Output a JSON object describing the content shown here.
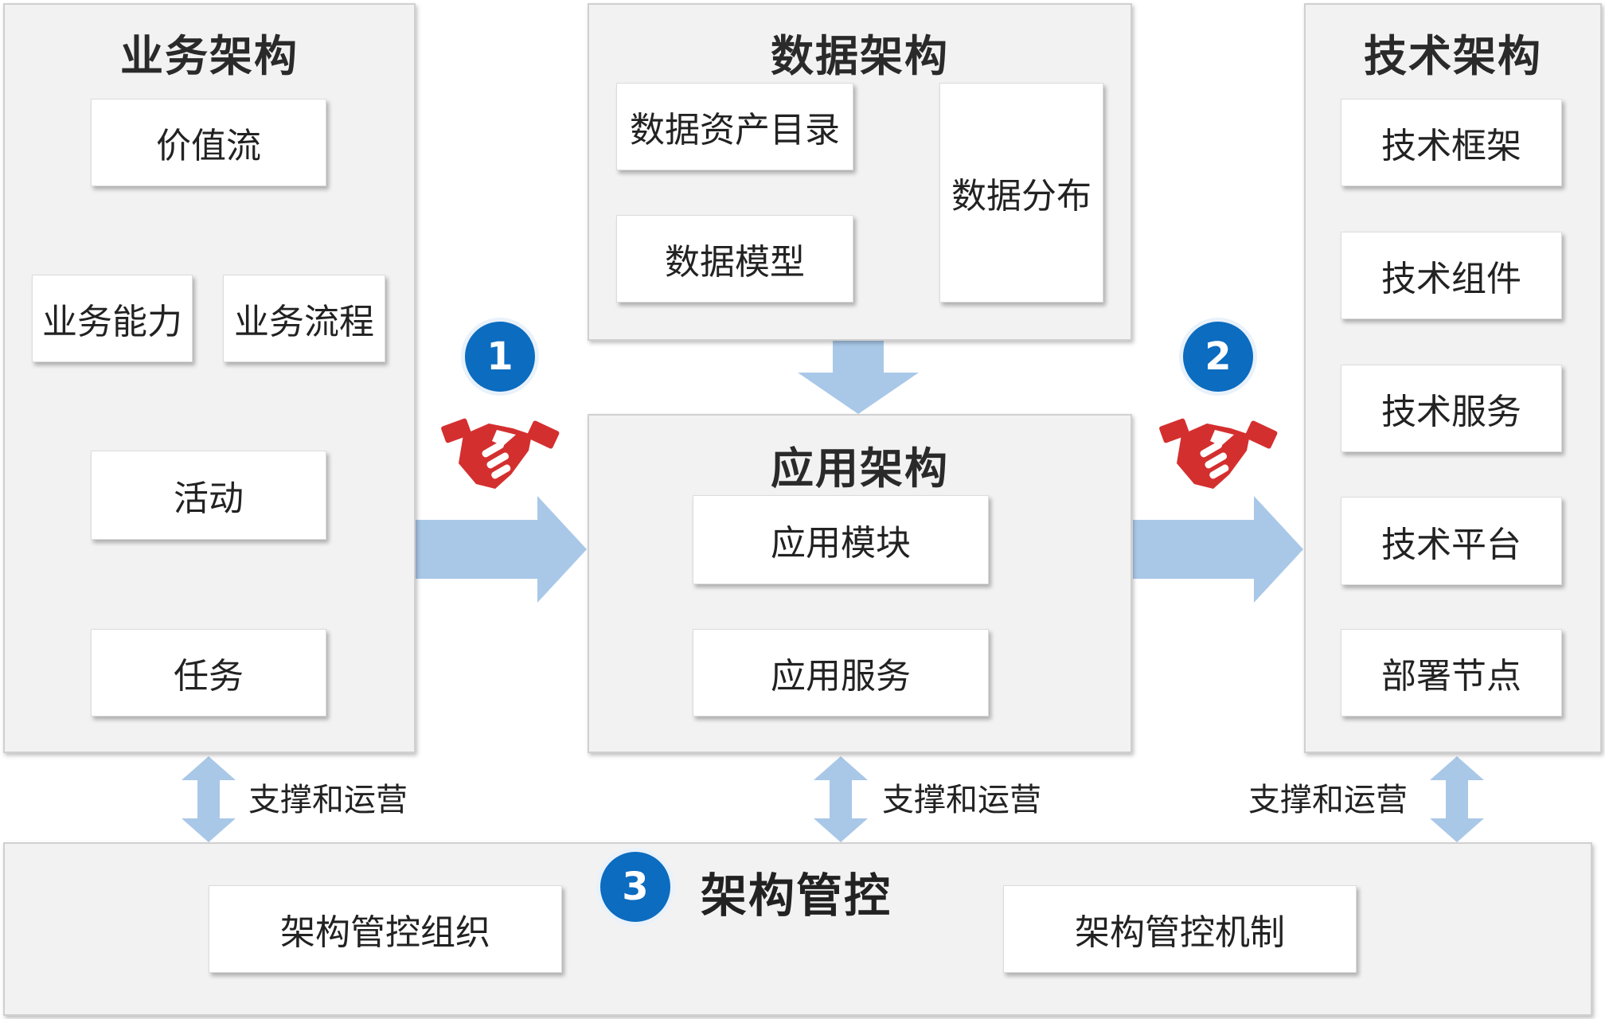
{
  "business": {
    "title": "业务架构",
    "value_stream": "价值流",
    "capability": "业务能力",
    "process": "业务流程",
    "activity": "活动",
    "task": "任务"
  },
  "data_arch": {
    "title": "数据架构",
    "asset_catalog": "数据资产目录",
    "model": "数据模型",
    "distribution": "数据分布"
  },
  "application": {
    "title": "应用架构",
    "module": "应用模块",
    "service": "应用服务"
  },
  "technology": {
    "title": "技术架构",
    "framework": "技术框架",
    "component": "技术组件",
    "service": "技术服务",
    "platform": "技术平台",
    "node": "部署节点"
  },
  "governance": {
    "title": "架构管控",
    "organization": "架构管控组织",
    "mechanism": "架构管控机制"
  },
  "badges": [
    "1",
    "2",
    "3"
  ],
  "support_label": "支撑和运营",
  "colors": {
    "panel_bg": "#f2f2f2",
    "badge_blue": "#0b6cc0",
    "big_arrow_blue": "#a9c8e8",
    "grey_arrow": "#c4c4c4",
    "handshake_red": "#d42f2f"
  },
  "icons": [
    "handshake-icon",
    "handshake-icon"
  ]
}
